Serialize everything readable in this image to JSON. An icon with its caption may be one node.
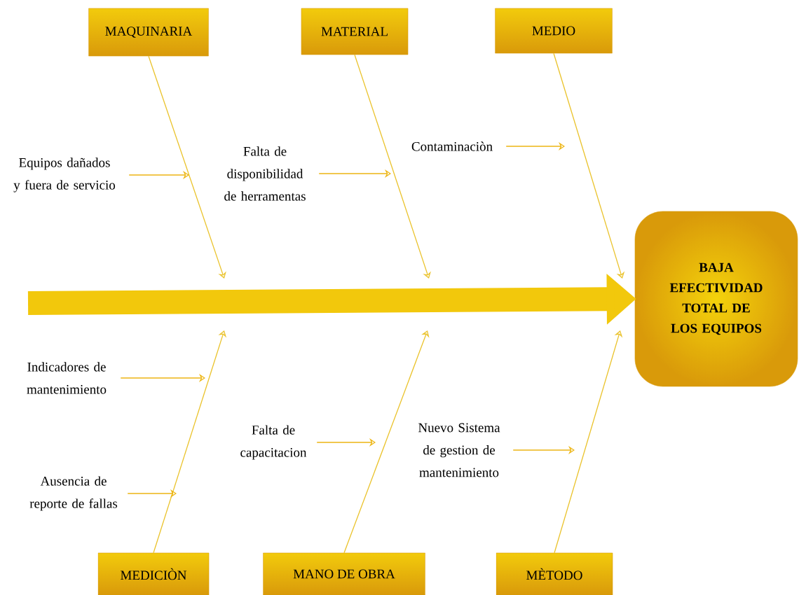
{
  "diagram": {
    "nodes": [
      {
        "text": [
          "MAQUINARIA"
        ]
      },
      {
        "text": [
          "MATERIAL"
        ]
      },
      {
        "text": [
          "MEDIO"
        ]
      },
      {
        "text": [
          "MEDICIÒN"
        ]
      },
      {
        "text": [
          "MANO DE OBRA"
        ]
      },
      {
        "text": [
          "MÈTODO"
        ]
      },
      {
        "text": [
          "BAJA EFECTIVIDAD TOTAL DE LOS EQUIPOS"
        ]
      },
      {
        "text": [
          "Equipos dañados y fuera de servicio"
        ]
      },
      {
        "text": [
          "Falta de disponibilidad de herramentas"
        ]
      },
      {
        "text": [
          "Contaminaciòn"
        ]
      },
      {
        "text": [
          "Indicadores de mantenimiento"
        ]
      },
      {
        "text": [
          "Ausencia de reporte de fallas"
        ]
      },
      {
        "text": [
          "Falta de capacitacion"
        ]
      },
      {
        "text": [
          "Nuevo Sistema de gestion de mantenimiento"
        ]
      }
    ],
    "edges": [
      {
        "from": null,
        "to": 6,
        "arrow": "to",
        "style": "thick"
      },
      {
        "from": 0,
        "to": null,
        "arrow": "to"
      },
      {
        "from": 1,
        "to": null,
        "arrow": "to"
      },
      {
        "from": 2,
        "to": null,
        "arrow": "to"
      },
      {
        "from": 3,
        "to": null,
        "arrow": "to"
      },
      {
        "from": 4,
        "to": null,
        "arrow": "to"
      },
      {
        "from": 5,
        "to": null,
        "arrow": "to"
      },
      {
        "from": 7,
        "to": null,
        "arrow": "to"
      },
      {
        "from": 8,
        "to": null,
        "arrow": "to"
      },
      {
        "from": 9,
        "to": null,
        "arrow": "to"
      },
      {
        "from": 10,
        "to": null,
        "arrow": "to"
      },
      {
        "from": 11,
        "to": null,
        "arrow": "to"
      },
      {
        "from": 12,
        "to": null,
        "arrow": "to"
      },
      {
        "from": 13,
        "to": null,
        "arrow": "to"
      }
    ]
  }
}
